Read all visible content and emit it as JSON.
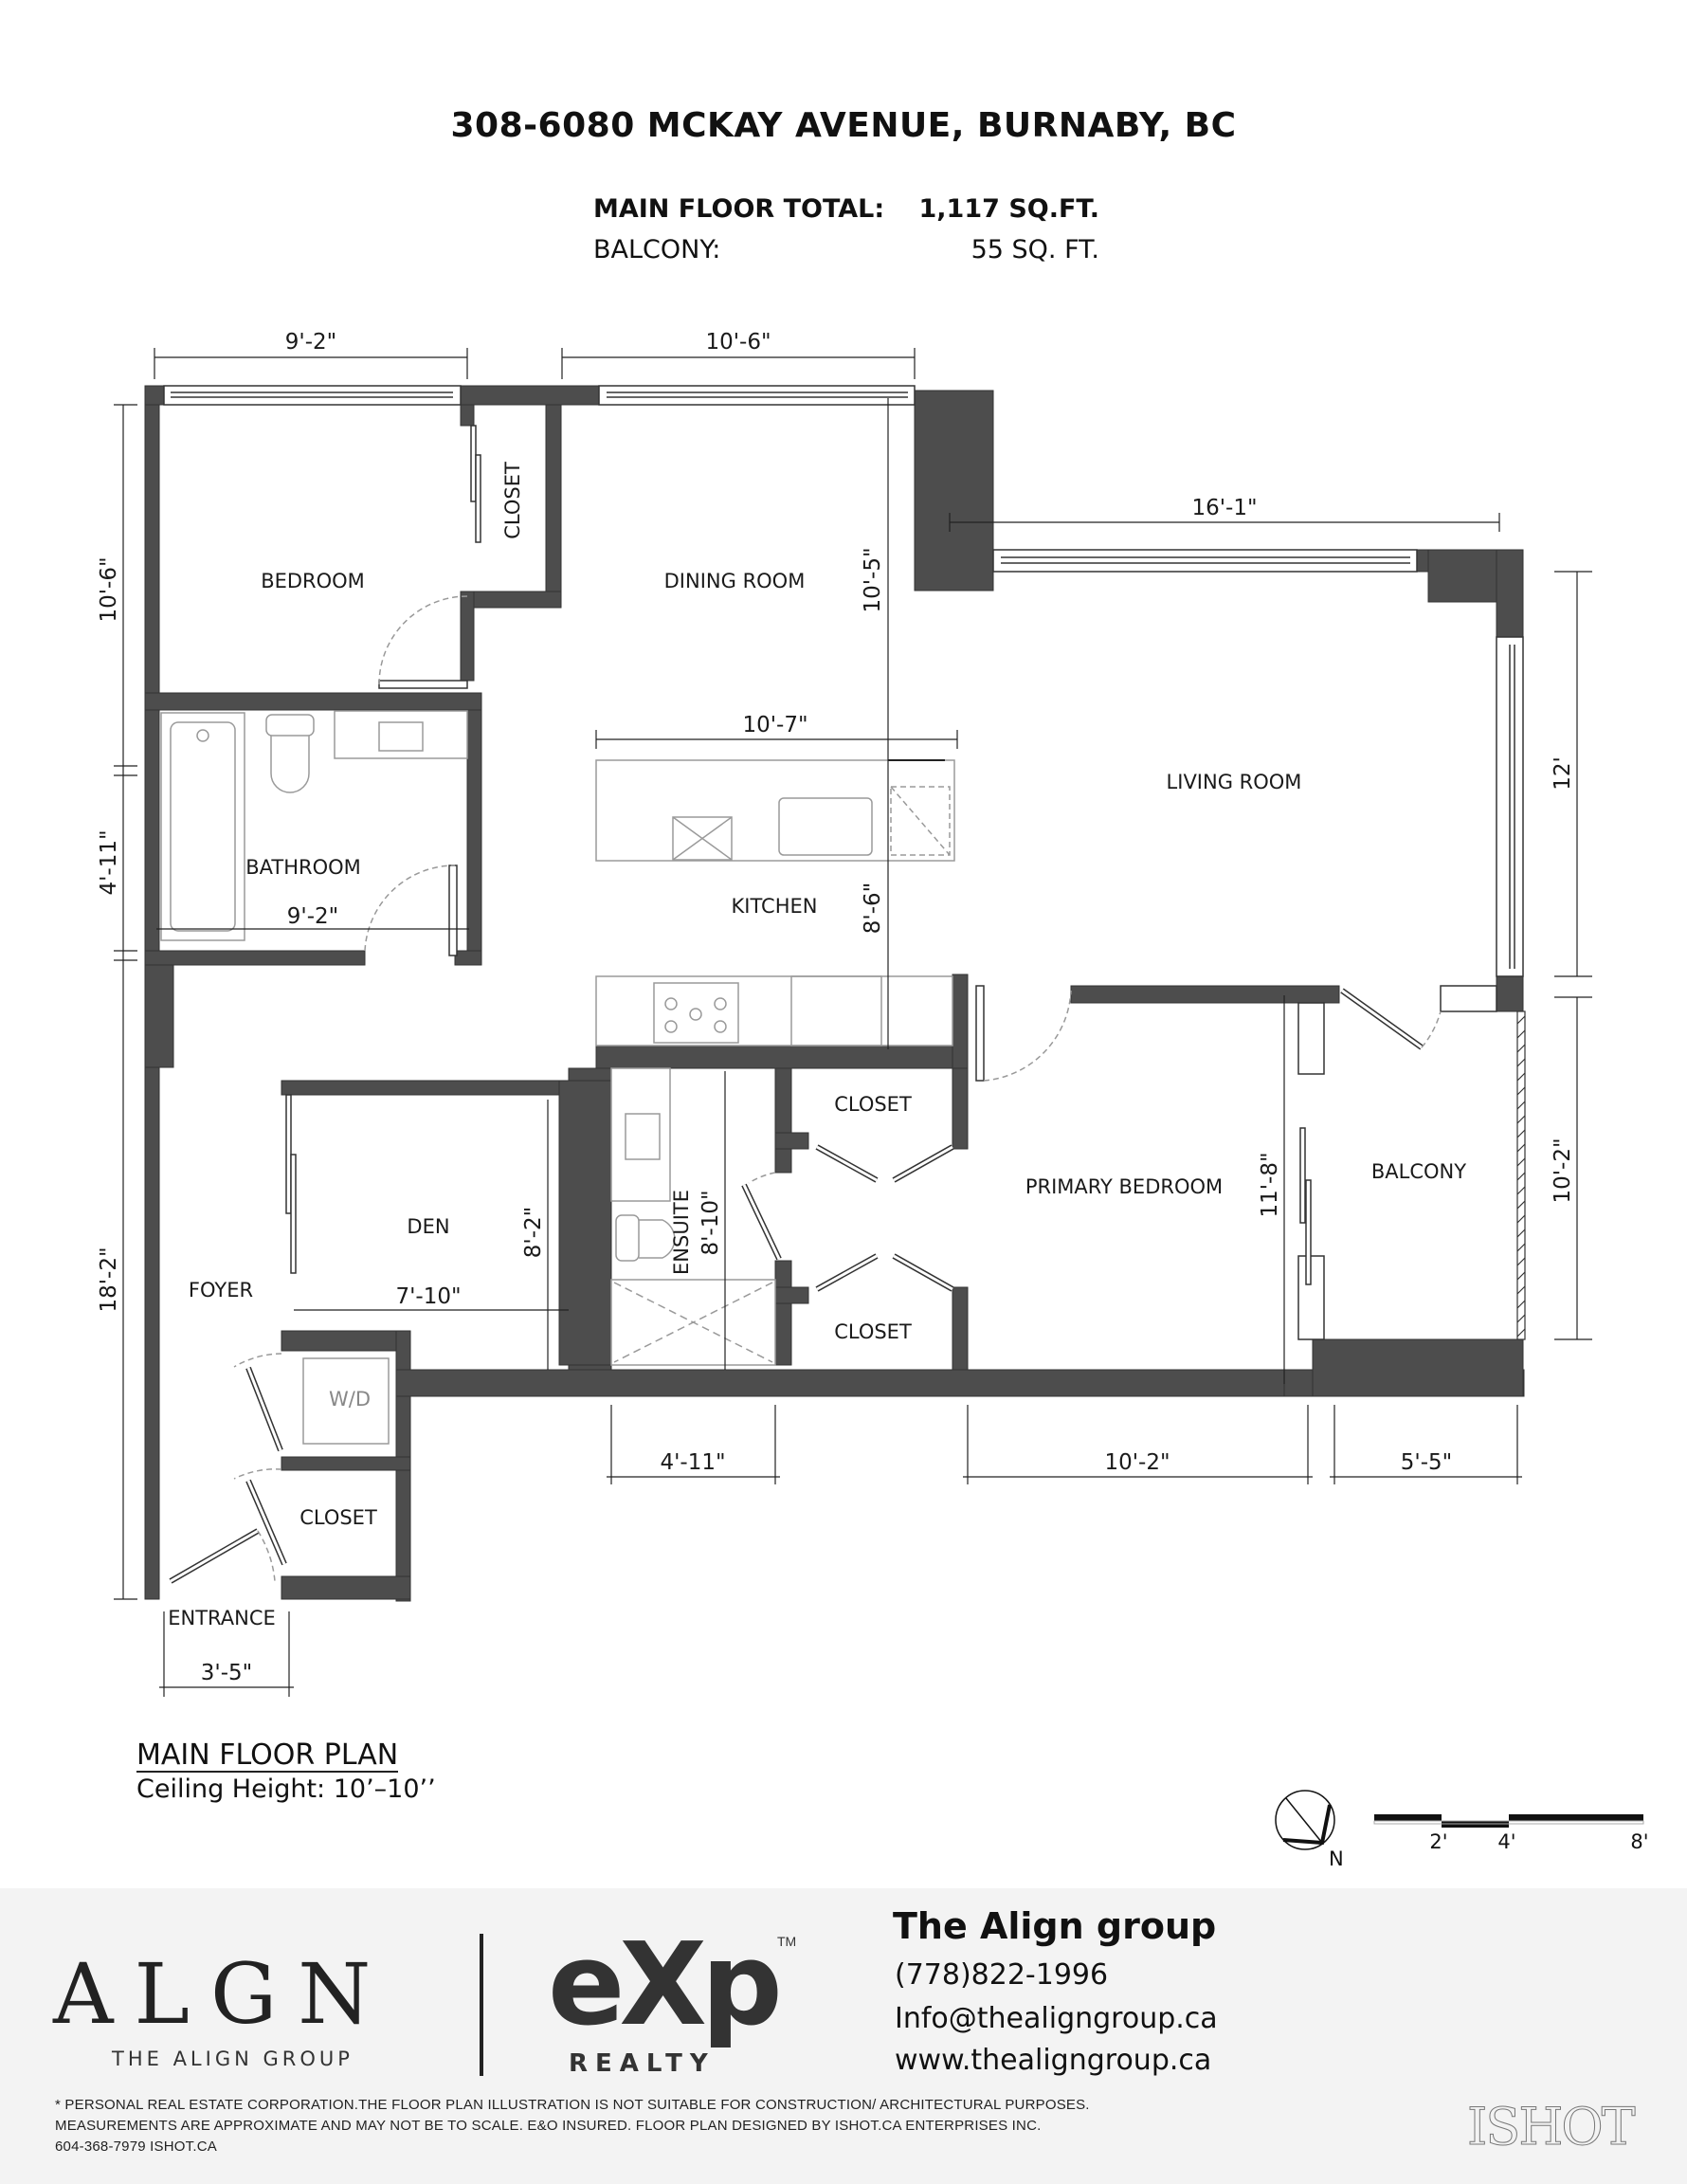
{
  "header": {
    "title": "308-6080 MCKAY AVENUE, BURNABY, BC",
    "areas": [
      {
        "label": "MAIN FLOOR TOTAL:",
        "value": "1,117 SQ.FT."
      },
      {
        "label": "BALCONY:",
        "value": "55 SQ. FT."
      }
    ]
  },
  "rooms": {
    "bedroom": "BEDROOM",
    "closet_bedroom": "CLOSET",
    "dining": "DINING ROOM",
    "living": "LIVING ROOM",
    "bathroom": "BATHROOM",
    "kitchen": "KITCHEN",
    "den": "DEN",
    "foyer": "FOYER",
    "wd": "W/D",
    "closet_foyer": "CLOSET",
    "entrance": "ENTRANCE",
    "ensuite": "ENSUITE",
    "closet_upper": "CLOSET",
    "closet_lower": "CLOSET",
    "primary_bedroom": "PRIMARY BEDROOM",
    "balcony": "BALCONY"
  },
  "dimensions": {
    "bedroom_width": "9'-2\"",
    "dining_width": "10'-6\"",
    "living_width": "16'-1\"",
    "dining_depth": "10'-5\"",
    "island_width": "10'-7\"",
    "kitchen_depth": "8'-6\"",
    "living_depth": "12'",
    "left_bedroom": "10'-6\"",
    "left_bathroom": "4'-11\"",
    "left_foyer": "18'-2\"",
    "bathroom_width": "9'-2\"",
    "den_width": "7'-10\"",
    "den_depth": "8'-2\"",
    "ensuite_depth": "8'-10\"",
    "primary_depth": "11'-8\"",
    "balcony_depth": "10'-2\"",
    "ensuite_width": "4'-11\"",
    "primary_width": "10'-2\"",
    "balcony_width": "5'-5\"",
    "entrance_width": "3'-5\""
  },
  "legend": {
    "plan_title": "MAIN FLOOR PLAN",
    "ceiling": "Ceiling Height: 10’–10’’",
    "north_label": "N",
    "scale_ticks": [
      "2'",
      "4'",
      "8'"
    ]
  },
  "footer": {
    "align_logo": "ALGN",
    "align_sub": "THE ALIGN GROUP",
    "exp_logo": "eXp",
    "exp_tm": "TM",
    "exp_realty": "REALTY",
    "contact": {
      "name": "The Align group",
      "phone": "(778)822-1996",
      "email": "Info@thealigngroup.ca",
      "website": "www.thealigngroup.ca"
    },
    "disclaimer": [
      "* PERSONAL REAL ESTATE CORPORATION.THE FLOOR PLAN ILLUSTRATION IS NOT SUITABLE FOR CONSTRUCTION/ ARCHITECTURAL PURPOSES.",
      "MEASUREMENTS ARE APPROXIMATE AND MAY NOT BE TO SCALE. E&O INSURED. FLOOR PLAN DESIGNED BY ISHOT.CA ENTERPRISES INC.",
      "604-368-7979  ISHOT.CA"
    ],
    "watermark": "ISHOT"
  },
  "colors": {
    "wall": "#4d4d4d",
    "line": "#222222",
    "fixture": "#9a9a9a",
    "footer_bg": "#f3f3f3"
  }
}
